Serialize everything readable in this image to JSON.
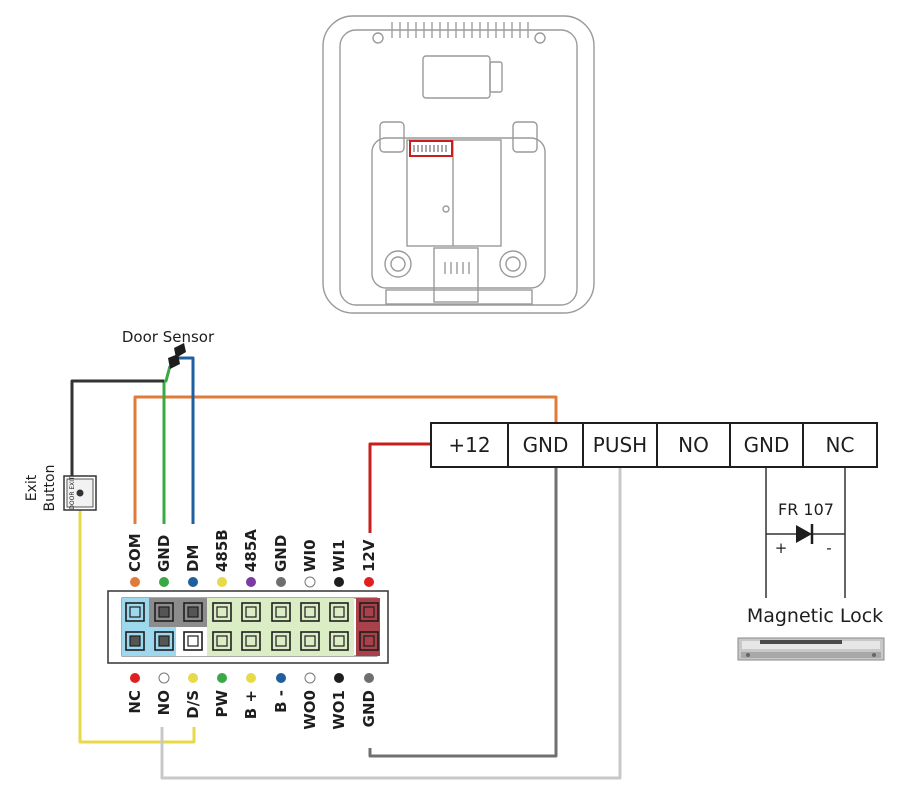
{
  "title": "",
  "door_sensor": {
    "label": "Door Sensor"
  },
  "exit_button": {
    "label_line1": "Exit",
    "label_line2": "Button",
    "face_text": "DOOR EXIT"
  },
  "top_pins": [
    {
      "label": "COM",
      "color": "#e07b39"
    },
    {
      "label": "GND",
      "color": "#3aa845"
    },
    {
      "label": "DM",
      "color": "#1f5fa0"
    },
    {
      "label": "485B",
      "color": "#e8d948"
    },
    {
      "label": "485A",
      "color": "#7a3aa0"
    },
    {
      "label": "GND",
      "color": "#6e6e6e"
    },
    {
      "label": "WI0",
      "color": "#ffffff"
    },
    {
      "label": "WI1",
      "color": "#1e1e1e"
    },
    {
      "label": "12V",
      "color": "#e02020"
    }
  ],
  "bottom_pins": [
    {
      "label": "NC",
      "color": "#e02020"
    },
    {
      "label": "NO",
      "color": "#ffffff"
    },
    {
      "label": "D/S",
      "color": "#e8d948"
    },
    {
      "label": "PW",
      "color": "#3aa845"
    },
    {
      "label": "B +",
      "color": "#e8d948"
    },
    {
      "label": "B -",
      "color": "#1f5fa0"
    },
    {
      "label": "WO0",
      "color": "#ffffff"
    },
    {
      "label": "WO1",
      "color": "#1e1e1e"
    },
    {
      "label": "GND",
      "color": "#6e6e6e"
    }
  ],
  "power_terminals": [
    "+12",
    "GND",
    "PUSH",
    "NO",
    "GND",
    "NC"
  ],
  "diode": {
    "label": "FR 107",
    "plus": "+",
    "minus": "-"
  },
  "magnetic_lock": {
    "label": "Magnetic Lock"
  },
  "colors": {
    "orange": "#e07b39",
    "green": "#3aa845",
    "blue": "#1f5fa0",
    "yellow": "#e8d948",
    "red": "#c81e1e",
    "dark": "#333333",
    "gray": "#707070",
    "lightgray": "#c8c8c8",
    "cyan": "#9ed8ee",
    "lightgreen": "#dbedc4",
    "grayblock": "#8c8c8c",
    "maroon": "#a8414a"
  }
}
